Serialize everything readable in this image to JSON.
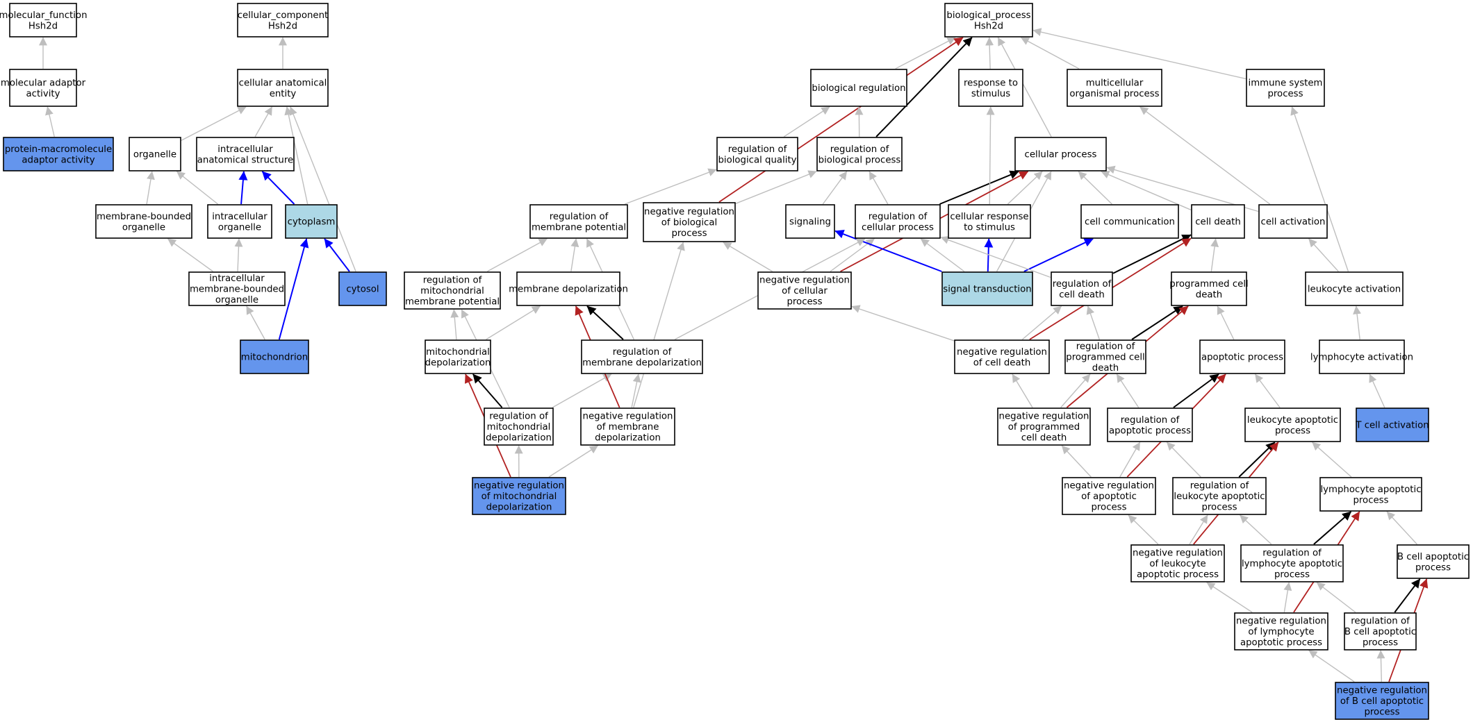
{
  "colors": {
    "default_fill": "#ffffff",
    "query_fill": "#6495ed",
    "path_fill": "#add8e6",
    "edge_gray": "#bebebe",
    "edge_black": "#000000",
    "edge_red": "#b22222",
    "edge_blue": "#0000ff"
  },
  "nodes": [
    {
      "id": "mf_root",
      "lines": [
        "molecular_function",
        "Hsh2d"
      ],
      "fill": "default"
    },
    {
      "id": "mol_adaptor",
      "lines": [
        "molecular adaptor",
        "activity"
      ],
      "fill": "default"
    },
    {
      "id": "protein_macro",
      "lines": [
        "protein-macromolecule",
        "adaptor activity"
      ],
      "fill": "query"
    },
    {
      "id": "cc_root",
      "lines": [
        "cellular_component",
        "Hsh2d"
      ],
      "fill": "default"
    },
    {
      "id": "cell_anat",
      "lines": [
        "cellular anatomical",
        "entity"
      ],
      "fill": "default"
    },
    {
      "id": "organelle",
      "lines": [
        "organelle"
      ],
      "fill": "default"
    },
    {
      "id": "intra_anat",
      "lines": [
        "intracellular",
        "anatomical structure"
      ],
      "fill": "default"
    },
    {
      "id": "membrane_bounded",
      "lines": [
        "membrane-bounded",
        "organelle"
      ],
      "fill": "default"
    },
    {
      "id": "intra_organelle",
      "lines": [
        "intracellular",
        "organelle"
      ],
      "fill": "default"
    },
    {
      "id": "cytoplasm",
      "lines": [
        "cytoplasm"
      ],
      "fill": "path"
    },
    {
      "id": "cytosol",
      "lines": [
        "cytosol"
      ],
      "fill": "query"
    },
    {
      "id": "intra_mem_bounded",
      "lines": [
        "intracellular",
        "membrane-bounded",
        "organelle"
      ],
      "fill": "default"
    },
    {
      "id": "mitochondrion",
      "lines": [
        "mitochondrion"
      ],
      "fill": "query"
    },
    {
      "id": "bp_root",
      "lines": [
        "biological_process",
        "Hsh2d"
      ],
      "fill": "default"
    },
    {
      "id": "bio_reg",
      "lines": [
        "biological regulation"
      ],
      "fill": "default"
    },
    {
      "id": "resp_stim",
      "lines": [
        "response to",
        "stimulus"
      ],
      "fill": "default"
    },
    {
      "id": "multicell",
      "lines": [
        "multicellular",
        "organismal process"
      ],
      "fill": "default"
    },
    {
      "id": "immune",
      "lines": [
        "immune system",
        "process"
      ],
      "fill": "default"
    },
    {
      "id": "reg_bio_quality",
      "lines": [
        "regulation of",
        "biological quality"
      ],
      "fill": "default"
    },
    {
      "id": "reg_bio_process",
      "lines": [
        "regulation of",
        "biological process"
      ],
      "fill": "default"
    },
    {
      "id": "cellular_process",
      "lines": [
        "cellular process"
      ],
      "fill": "default"
    },
    {
      "id": "reg_mem_pot",
      "lines": [
        "regulation of",
        "membrane potential"
      ],
      "fill": "default"
    },
    {
      "id": "neg_reg_bio",
      "lines": [
        "negative regulation",
        "of biological",
        "process"
      ],
      "fill": "default"
    },
    {
      "id": "signaling",
      "lines": [
        "signaling"
      ],
      "fill": "default"
    },
    {
      "id": "reg_cell_proc",
      "lines": [
        "regulation of",
        "cellular process"
      ],
      "fill": "default"
    },
    {
      "id": "cell_resp_stim",
      "lines": [
        "cellular response",
        "to stimulus"
      ],
      "fill": "default"
    },
    {
      "id": "cell_comm",
      "lines": [
        "cell communication"
      ],
      "fill": "default"
    },
    {
      "id": "cell_death",
      "lines": [
        "cell death"
      ],
      "fill": "default"
    },
    {
      "id": "cell_activation",
      "lines": [
        "cell activation"
      ],
      "fill": "default"
    },
    {
      "id": "reg_mito_mem_pot",
      "lines": [
        "regulation of",
        "mitochondrial",
        "membrane potential"
      ],
      "fill": "default"
    },
    {
      "id": "mem_depol",
      "lines": [
        "membrane depolarization"
      ],
      "fill": "default"
    },
    {
      "id": "neg_reg_cell_proc",
      "lines": [
        "negative regulation",
        "of cellular",
        "process"
      ],
      "fill": "default"
    },
    {
      "id": "signal_trans",
      "lines": [
        "signal transduction"
      ],
      "fill": "path"
    },
    {
      "id": "reg_cell_death",
      "lines": [
        "regulation of",
        "cell death"
      ],
      "fill": "default"
    },
    {
      "id": "prog_cell_death",
      "lines": [
        "programmed cell",
        "death"
      ],
      "fill": "default"
    },
    {
      "id": "leuk_activation",
      "lines": [
        "leukocyte activation"
      ],
      "fill": "default"
    },
    {
      "id": "mito_depol",
      "lines": [
        "mitochondrial",
        "depolarization"
      ],
      "fill": "default"
    },
    {
      "id": "reg_mem_depol",
      "lines": [
        "regulation of",
        "membrane depolarization"
      ],
      "fill": "default"
    },
    {
      "id": "neg_reg_cell_death",
      "lines": [
        "negative regulation",
        "of cell death"
      ],
      "fill": "default"
    },
    {
      "id": "reg_prog_cell_death",
      "lines": [
        "regulation of",
        "programmed cell",
        "death"
      ],
      "fill": "default"
    },
    {
      "id": "apoptotic",
      "lines": [
        "apoptotic process"
      ],
      "fill": "default"
    },
    {
      "id": "lymph_activation",
      "lines": [
        "lymphocyte activation"
      ],
      "fill": "default"
    },
    {
      "id": "reg_mito_depol",
      "lines": [
        "regulation of",
        "mitochondrial",
        "depolarization"
      ],
      "fill": "default"
    },
    {
      "id": "neg_reg_mem_depol",
      "lines": [
        "negative regulation",
        "of membrane",
        "depolarization"
      ],
      "fill": "default"
    },
    {
      "id": "neg_reg_prog_cell_death",
      "lines": [
        "negative regulation",
        "of programmed",
        "cell death"
      ],
      "fill": "default"
    },
    {
      "id": "reg_apoptotic",
      "lines": [
        "regulation of",
        "apoptotic process"
      ],
      "fill": "default"
    },
    {
      "id": "leuk_apoptotic",
      "lines": [
        "leukocyte apoptotic",
        "process"
      ],
      "fill": "default"
    },
    {
      "id": "t_cell_act",
      "lines": [
        "T cell activation"
      ],
      "fill": "query"
    },
    {
      "id": "neg_reg_mito_depol",
      "lines": [
        "negative regulation",
        "of mitochondrial",
        "depolarization"
      ],
      "fill": "query"
    },
    {
      "id": "neg_reg_apoptotic",
      "lines": [
        "negative regulation",
        "of apoptotic",
        "process"
      ],
      "fill": "default"
    },
    {
      "id": "reg_leuk_apoptotic",
      "lines": [
        "regulation of",
        "leukocyte apoptotic",
        "process"
      ],
      "fill": "default"
    },
    {
      "id": "lymph_apoptotic",
      "lines": [
        "lymphocyte apoptotic",
        "process"
      ],
      "fill": "default"
    },
    {
      "id": "neg_reg_leuk_apoptotic",
      "lines": [
        "negative regulation",
        "of leukocyte",
        "apoptotic process"
      ],
      "fill": "default"
    },
    {
      "id": "reg_lymph_apoptotic",
      "lines": [
        "regulation of",
        "lymphocyte apoptotic",
        "process"
      ],
      "fill": "default"
    },
    {
      "id": "b_cell_apoptotic",
      "lines": [
        "B cell apoptotic",
        "process"
      ],
      "fill": "default"
    },
    {
      "id": "neg_reg_lymph_apoptotic",
      "lines": [
        "negative regulation",
        "of lymphocyte",
        "apoptotic process"
      ],
      "fill": "default"
    },
    {
      "id": "reg_b_cell_apoptotic",
      "lines": [
        "regulation of",
        "B cell apoptotic",
        "process"
      ],
      "fill": "default"
    },
    {
      "id": "neg_reg_b_cell_apoptotic",
      "lines": [
        "negative regulation",
        "of B cell apoptotic",
        "process"
      ],
      "fill": "query"
    }
  ],
  "edges": [
    {
      "from": "mol_adaptor",
      "to": "mf_root",
      "type": "is_a"
    },
    {
      "from": "protein_macro",
      "to": "mol_adaptor",
      "type": "is_a"
    },
    {
      "from": "cell_anat",
      "to": "cc_root",
      "type": "is_a"
    },
    {
      "from": "organelle",
      "to": "cell_anat",
      "type": "is_a"
    },
    {
      "from": "intra_anat",
      "to": "cell_anat",
      "type": "is_a"
    },
    {
      "from": "membrane_bounded",
      "to": "organelle",
      "type": "is_a"
    },
    {
      "from": "intra_organelle",
      "to": "organelle",
      "type": "is_a"
    },
    {
      "from": "intra_organelle",
      "to": "intra_anat",
      "type": "part_of"
    },
    {
      "from": "cytoplasm",
      "to": "intra_anat",
      "type": "part_of"
    },
    {
      "from": "cytoplasm",
      "to": "cell_anat",
      "type": "is_a"
    },
    {
      "from": "cytosol",
      "to": "cell_anat",
      "type": "is_a"
    },
    {
      "from": "cytosol",
      "to": "cytoplasm",
      "type": "part_of"
    },
    {
      "from": "intra_mem_bounded",
      "to": "membrane_bounded",
      "type": "is_a"
    },
    {
      "from": "intra_mem_bounded",
      "to": "intra_organelle",
      "type": "is_a"
    },
    {
      "from": "mitochondrion",
      "to": "intra_mem_bounded",
      "type": "is_a"
    },
    {
      "from": "mitochondrion",
      "to": "cytoplasm",
      "type": "part_of"
    },
    {
      "from": "bio_reg",
      "to": "bp_root",
      "type": "is_a"
    },
    {
      "from": "resp_stim",
      "to": "bp_root",
      "type": "is_a"
    },
    {
      "from": "multicell",
      "to": "bp_root",
      "type": "is_a"
    },
    {
      "from": "immune",
      "to": "bp_root",
      "type": "is_a"
    },
    {
      "from": "cellular_process",
      "to": "bp_root",
      "type": "is_a"
    },
    {
      "from": "reg_bio_process",
      "to": "bp_root",
      "type": "regulates"
    },
    {
      "from": "neg_reg_bio",
      "to": "bp_root",
      "type": "negatively_regulates"
    },
    {
      "from": "reg_bio_quality",
      "to": "bio_reg",
      "type": "is_a"
    },
    {
      "from": "reg_bio_process",
      "to": "bio_reg",
      "type": "is_a"
    },
    {
      "from": "reg_mem_pot",
      "to": "reg_bio_quality",
      "type": "is_a"
    },
    {
      "from": "neg_reg_bio",
      "to": "reg_bio_process",
      "type": "is_a"
    },
    {
      "from": "signaling",
      "to": "reg_bio_process",
      "type": "is_a"
    },
    {
      "from": "reg_cell_proc",
      "to": "reg_bio_process",
      "type": "is_a"
    },
    {
      "from": "reg_cell_proc",
      "to": "cellular_process",
      "type": "regulates"
    },
    {
      "from": "cell_resp_stim",
      "to": "resp_stim",
      "type": "is_a"
    },
    {
      "from": "cell_resp_stim",
      "to": "cellular_process",
      "type": "is_a"
    },
    {
      "from": "cell_comm",
      "to": "cellular_process",
      "type": "is_a"
    },
    {
      "from": "cell_death",
      "to": "cellular_process",
      "type": "is_a"
    },
    {
      "from": "cell_activation",
      "to": "cellular_process",
      "type": "is_a"
    },
    {
      "from": "cell_activation",
      "to": "multicell",
      "type": "is_a"
    },
    {
      "from": "neg_reg_cell_proc",
      "to": "cellular_process",
      "type": "negatively_regulates"
    },
    {
      "from": "neg_reg_cell_proc",
      "to": "neg_reg_bio",
      "type": "is_a"
    },
    {
      "from": "neg_reg_cell_proc",
      "to": "reg_cell_proc",
      "type": "is_a"
    },
    {
      "from": "signal_trans",
      "to": "signaling",
      "type": "part_of"
    },
    {
      "from": "signal_trans",
      "to": "cell_resp_stim",
      "type": "part_of"
    },
    {
      "from": "signal_trans",
      "to": "cell_comm",
      "type": "part_of"
    },
    {
      "from": "signal_trans",
      "to": "reg_cell_proc",
      "type": "is_a"
    },
    {
      "from": "signal_trans",
      "to": "cellular_process",
      "type": "is_a"
    },
    {
      "from": "reg_mito_mem_pot",
      "to": "reg_mem_pot",
      "type": "is_a"
    },
    {
      "from": "mem_depol",
      "to": "reg_mem_pot",
      "type": "is_a"
    },
    {
      "from": "reg_mem_depol",
      "to": "reg_mem_pot",
      "type": "is_a"
    },
    {
      "from": "reg_cell_death",
      "to": "reg_cell_proc",
      "type": "is_a"
    },
    {
      "from": "reg_cell_death",
      "to": "cell_death",
      "type": "regulates"
    },
    {
      "from": "prog_cell_death",
      "to": "cell_death",
      "type": "is_a"
    },
    {
      "from": "leuk_activation",
      "to": "cell_activation",
      "type": "is_a"
    },
    {
      "from": "leuk_activation",
      "to": "immune",
      "type": "is_a"
    },
    {
      "from": "mito_depol",
      "to": "reg_mito_mem_pot",
      "type": "is_a"
    },
    {
      "from": "mito_depol",
      "to": "mem_depol",
      "type": "is_a"
    },
    {
      "from": "reg_mem_depol",
      "to": "mem_depol",
      "type": "regulates"
    },
    {
      "from": "reg_mem_depol",
      "to": "reg_cell_proc",
      "type": "is_a"
    },
    {
      "from": "neg_reg_cell_death",
      "to": "neg_reg_cell_proc",
      "type": "is_a"
    },
    {
      "from": "neg_reg_cell_death",
      "to": "reg_cell_death",
      "type": "is_a"
    },
    {
      "from": "neg_reg_cell_death",
      "to": "cell_death",
      "type": "negatively_regulates"
    },
    {
      "from": "reg_prog_cell_death",
      "to": "reg_cell_death",
      "type": "is_a"
    },
    {
      "from": "reg_prog_cell_death",
      "to": "prog_cell_death",
      "type": "regulates"
    },
    {
      "from": "apoptotic",
      "to": "prog_cell_death",
      "type": "is_a"
    },
    {
      "from": "lymph_activation",
      "to": "leuk_activation",
      "type": "is_a"
    },
    {
      "from": "reg_mito_depol",
      "to": "mito_depol",
      "type": "regulates"
    },
    {
      "from": "reg_mito_depol",
      "to": "reg_mem_depol",
      "type": "is_a"
    },
    {
      "from": "reg_mito_depol",
      "to": "reg_mito_mem_pot",
      "type": "is_a"
    },
    {
      "from": "neg_reg_mem_depol",
      "to": "reg_mem_depol",
      "type": "is_a"
    },
    {
      "from": "neg_reg_mem_depol",
      "to": "mem_depol",
      "type": "negatively_regulates"
    },
    {
      "from": "neg_reg_mem_depol",
      "to": "neg_reg_bio",
      "type": "is_a"
    },
    {
      "from": "neg_reg_prog_cell_death",
      "to": "neg_reg_cell_death",
      "type": "is_a"
    },
    {
      "from": "neg_reg_prog_cell_death",
      "to": "reg_prog_cell_death",
      "type": "is_a"
    },
    {
      "from": "neg_reg_prog_cell_death",
      "to": "prog_cell_death",
      "type": "negatively_regulates"
    },
    {
      "from": "reg_apoptotic",
      "to": "reg_prog_cell_death",
      "type": "is_a"
    },
    {
      "from": "reg_apoptotic",
      "to": "apoptotic",
      "type": "regulates"
    },
    {
      "from": "leuk_apoptotic",
      "to": "apoptotic",
      "type": "is_a"
    },
    {
      "from": "t_cell_act",
      "to": "lymph_activation",
      "type": "is_a"
    },
    {
      "from": "neg_reg_mito_depol",
      "to": "reg_mito_depol",
      "type": "is_a"
    },
    {
      "from": "neg_reg_mito_depol",
      "to": "neg_reg_mem_depol",
      "type": "is_a"
    },
    {
      "from": "neg_reg_mito_depol",
      "to": "mito_depol",
      "type": "negatively_regulates"
    },
    {
      "from": "neg_reg_apoptotic",
      "to": "neg_reg_prog_cell_death",
      "type": "is_a"
    },
    {
      "from": "neg_reg_apoptotic",
      "to": "reg_apoptotic",
      "type": "is_a"
    },
    {
      "from": "neg_reg_apoptotic",
      "to": "apoptotic",
      "type": "negatively_regulates"
    },
    {
      "from": "reg_leuk_apoptotic",
      "to": "reg_apoptotic",
      "type": "is_a"
    },
    {
      "from": "reg_leuk_apoptotic",
      "to": "leuk_apoptotic",
      "type": "regulates"
    },
    {
      "from": "lymph_apoptotic",
      "to": "leuk_apoptotic",
      "type": "is_a"
    },
    {
      "from": "neg_reg_leuk_apoptotic",
      "to": "neg_reg_apoptotic",
      "type": "is_a"
    },
    {
      "from": "neg_reg_leuk_apoptotic",
      "to": "reg_leuk_apoptotic",
      "type": "is_a"
    },
    {
      "from": "neg_reg_leuk_apoptotic",
      "to": "leuk_apoptotic",
      "type": "negatively_regulates"
    },
    {
      "from": "reg_lymph_apoptotic",
      "to": "reg_leuk_apoptotic",
      "type": "is_a"
    },
    {
      "from": "reg_lymph_apoptotic",
      "to": "lymph_apoptotic",
      "type": "regulates"
    },
    {
      "from": "b_cell_apoptotic",
      "to": "lymph_apoptotic",
      "type": "is_a"
    },
    {
      "from": "neg_reg_lymph_apoptotic",
      "to": "neg_reg_leuk_apoptotic",
      "type": "is_a"
    },
    {
      "from": "neg_reg_lymph_apoptotic",
      "to": "reg_lymph_apoptotic",
      "type": "is_a"
    },
    {
      "from": "neg_reg_lymph_apoptotic",
      "to": "lymph_apoptotic",
      "type": "negatively_regulates"
    },
    {
      "from": "reg_b_cell_apoptotic",
      "to": "reg_lymph_apoptotic",
      "type": "is_a"
    },
    {
      "from": "reg_b_cell_apoptotic",
      "to": "b_cell_apoptotic",
      "type": "regulates"
    },
    {
      "from": "neg_reg_b_cell_apoptotic",
      "to": "neg_reg_lymph_apoptotic",
      "type": "is_a"
    },
    {
      "from": "neg_reg_b_cell_apoptotic",
      "to": "reg_b_cell_apoptotic",
      "type": "is_a"
    },
    {
      "from": "neg_reg_b_cell_apoptotic",
      "to": "b_cell_apoptotic",
      "type": "negatively_regulates"
    }
  ]
}
